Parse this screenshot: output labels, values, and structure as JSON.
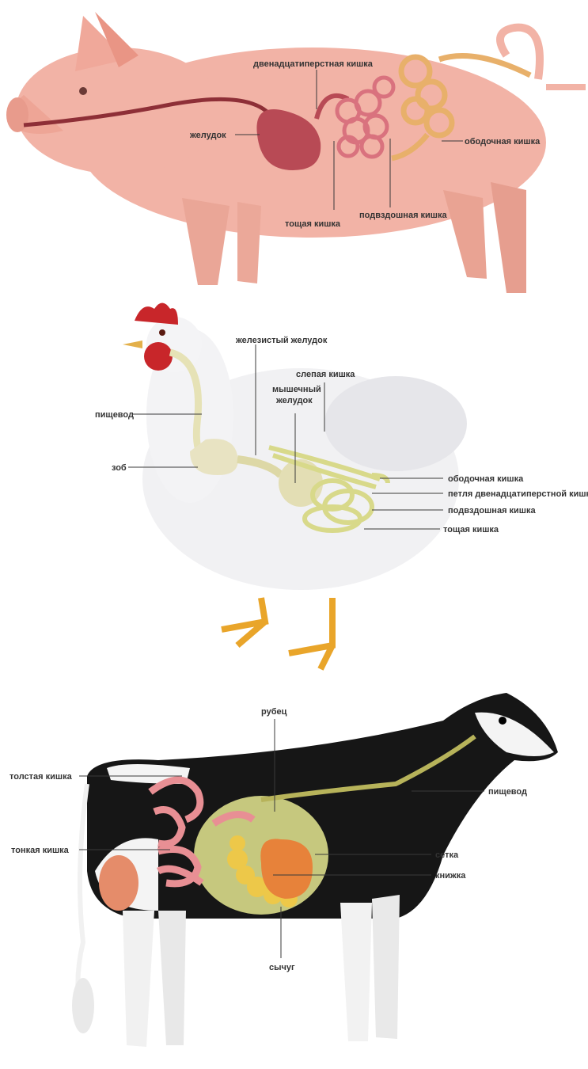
{
  "pig": {
    "labels": {
      "stomach": "желудок",
      "duodenum": "двенадцатиперстная кишка",
      "jejunum": "тощая кишка",
      "ileum": "подвздошная кишка",
      "colon": "ободочная кишка"
    }
  },
  "hen": {
    "labels": {
      "proventriculus": "железистый желудок",
      "cecum": "слепая кишка",
      "gizzard_line1": "мышечный",
      "gizzard_line2": "желудок",
      "esophagus": "пищевод",
      "crop": "зоб",
      "colon": "ободочная кишка",
      "duodenal_loop": "петля двенадцатиперстной кишки",
      "ileum": "подвздошная кишка",
      "jejunum": "тощая кишка"
    }
  },
  "cow": {
    "labels": {
      "rumen": "рубец",
      "large_intestine": "толстая кишка",
      "esophagus": "пищевод",
      "small_intestine": "тонкая кишка",
      "reticulum": "сетка",
      "omasum": "книжка",
      "abomasum": "сычуг"
    }
  },
  "colors": {
    "pig_skin": "#f2b3a6",
    "pig_stomach": "#b84a55",
    "pig_small_intestine": "#d9727e",
    "pig_colon": "#e8b06a",
    "hen_feathers": "#f1f1f3",
    "hen_organs": "#d8d98a",
    "hen_comb": "#c8262a",
    "hen_feet": "#e9a52a",
    "cow_black": "#161616",
    "cow_white": "#f4f4f4",
    "cow_rumen": "#d9db8a",
    "cow_intestine": "#e88f94",
    "cow_omasum": "#e7823a",
    "cow_abomasum": "#edc849"
  }
}
